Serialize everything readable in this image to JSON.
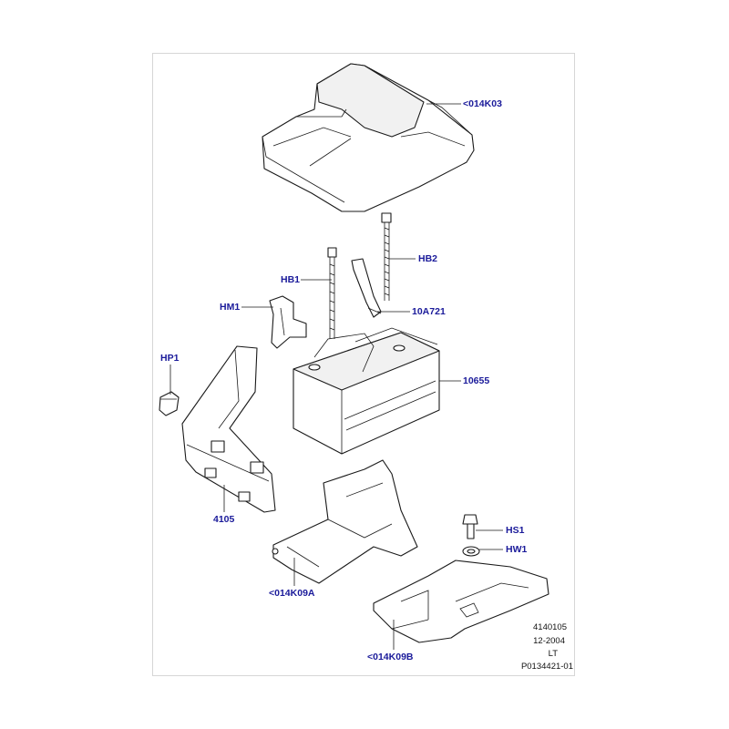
{
  "diagram": {
    "callouts": {
      "cover": "<014K03",
      "hb2": "HB2",
      "hb1": "HB1",
      "hm1": "HM1",
      "bracket": "10A721",
      "hp1": "HP1",
      "battery": "10655",
      "duct": "4105",
      "hs1": "HS1",
      "hw1": "HW1",
      "tray_a": "<014K09A",
      "tray_b": "<014K09B"
    },
    "footer": {
      "ref": "4140105",
      "date": "12-2004",
      "code": "LT",
      "part_no": "P0134421-01"
    },
    "colors": {
      "callout_text": "#1a1a9a",
      "line": "#1a1a1a",
      "frame": "#d6d6d6"
    }
  }
}
